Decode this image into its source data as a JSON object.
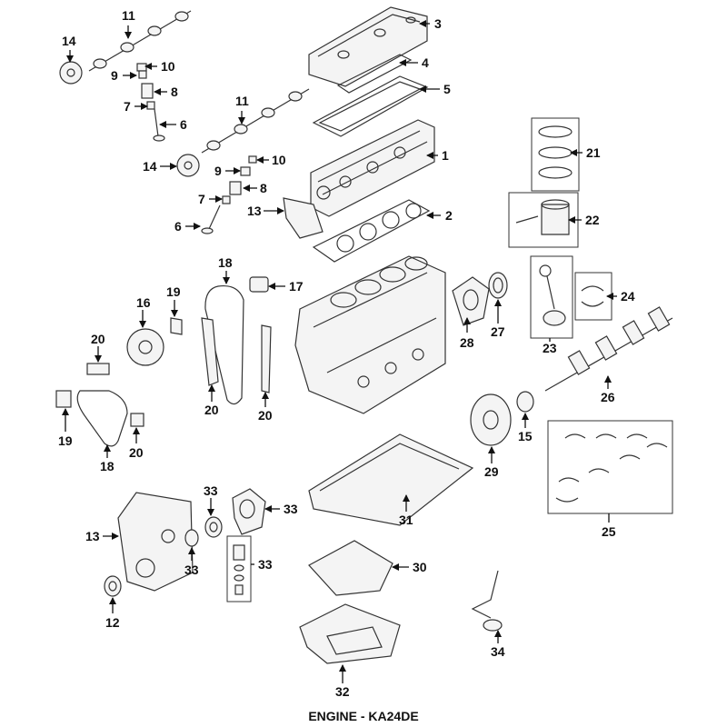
{
  "caption": "ENGINE - KA24DE",
  "callouts": {
    "c1": "1",
    "c2": "2",
    "c3": "3",
    "c4": "4",
    "c5": "5",
    "c6a": "6",
    "c6b": "6",
    "c7a": "7",
    "c7b": "7",
    "c8a": "8",
    "c8b": "8",
    "c9a": "9",
    "c9b": "9",
    "c10a": "10",
    "c10b": "10",
    "c11a": "11",
    "c11b": "11",
    "c12": "12",
    "c13a": "13",
    "c13b": "13",
    "c14a": "14",
    "c14b": "14",
    "c15": "15",
    "c16": "16",
    "c17": "17",
    "c18a": "18",
    "c18b": "18",
    "c19a": "19",
    "c19b": "19",
    "c20a": "20",
    "c20b": "20",
    "c20c": "20",
    "c20d": "20",
    "c21": "21",
    "c22": "22",
    "c23": "23",
    "c24": "24",
    "c25": "25",
    "c26": "26",
    "c27": "27",
    "c28": "28",
    "c29": "29",
    "c30": "30",
    "c31": "31",
    "c32": "32",
    "c33a": "33",
    "c33b": "33",
    "c33c": "33",
    "c33d": "33",
    "c34": "34"
  }
}
